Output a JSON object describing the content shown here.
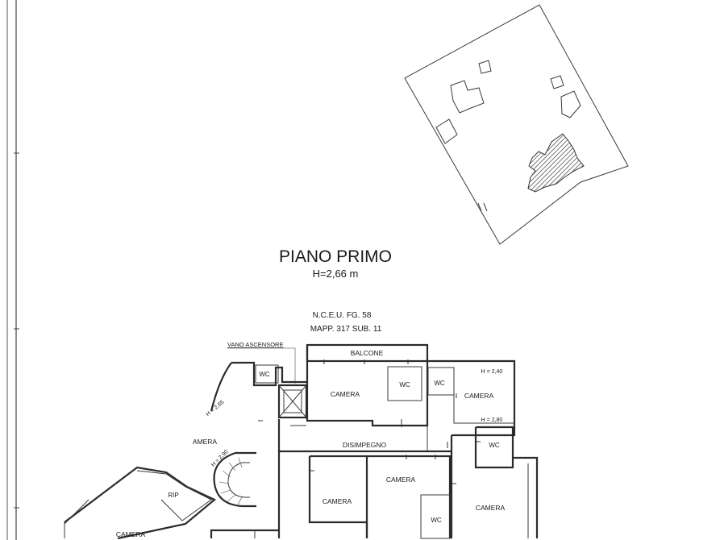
{
  "title": {
    "floor": "PIANO PRIMO",
    "height": "H=2,66 m"
  },
  "cadastral": {
    "line1": "N.C.E.U. FG. 58",
    "line2": "MAPP. 317 SUB. 11"
  },
  "labels": {
    "vano_ascensore": "VANO ASCENSORE",
    "balcone": "BALCONE",
    "wc": "WC",
    "camera": "CAMERA",
    "disimpegno": "DISIMPEGNO",
    "rip": "RIP",
    "amera": "AMERA",
    "h240": "H = 2,40",
    "h280": "H = 2,80",
    "h290": "H = 2,90",
    "h265": "H = 2,65"
  },
  "colors": {
    "line": "#2b2b2b",
    "hatch": "#555555",
    "text": "#1a1a1a"
  }
}
